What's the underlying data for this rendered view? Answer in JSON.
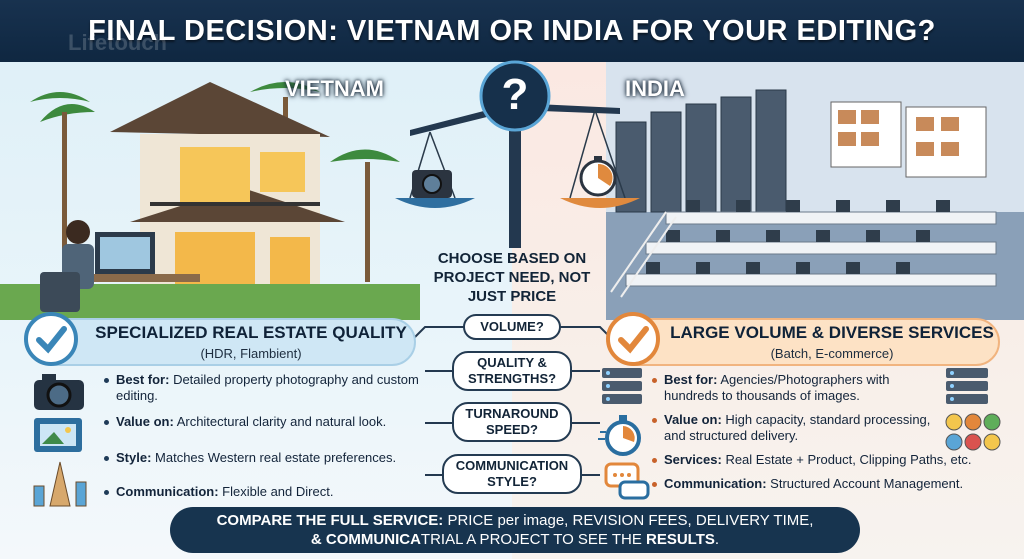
{
  "header": {
    "title": "FINAL DECISION: VIETNAM OR INDIA FOR YOUR EDITING?",
    "watermark": "Lifetouch"
  },
  "left": {
    "country": "VIETNAM",
    "banner_title": "SPECIALIZED REAL ESTATE QUALITY",
    "banner_sub": "(HDR, Flambient)",
    "bullets": [
      {
        "label": "Best for:",
        "text": " Detailed property photography and custom editing."
      },
      {
        "label": "Value on:",
        "text": " Architectural clarity and natural look."
      },
      {
        "label": "Style:",
        "text": " Matches Western real estate preferences."
      },
      {
        "label": "Communication:",
        "text": " Flexible and Direct."
      }
    ],
    "icons": [
      "camera-icon",
      "photo-edit-screen-icon",
      "vietnam-landmark-icon"
    ]
  },
  "right": {
    "country": "INDIA",
    "banner_title": "LARGE VOLUME & DIVERSE SERVICES",
    "banner_sub": "(Batch, E-commerce)",
    "bullets": [
      {
        "label": "Best for:",
        "text": " Agencies/Photographers with hundreds to thousands of images."
      },
      {
        "label": "Value on:",
        "text": " High capacity, standard processing, and structured delivery."
      },
      {
        "label": "Services:",
        "text": " Real Estate + Product, Clipping Paths, etc."
      },
      {
        "label": "Communication:",
        "text": " Structured Account Management."
      }
    ],
    "icons": [
      "server-rack-icon",
      "product-grid-icon"
    ]
  },
  "center": {
    "question_mark": "?",
    "choose_text": "CHOOSE BASED ON PROJECT NEED, NOT JUST PRICE",
    "pills": [
      "VOLUME?",
      "QUALITY & STRENGTHS?",
      "TURNAROUND SPEED?",
      "COMMUNICATION STYLE?"
    ]
  },
  "footer": {
    "part1": "COMPARE THE FULL SERVICE:",
    "part2": " PRICE per image, REVISION FEES, DELIVERY TIME,",
    "part3": "& COMMUNICA",
    "part4": "TRIAL A PROJECT TO SEE THE ",
    "part5": "RESULTS",
    "part6": "."
  },
  "colors": {
    "navy": "#17344f",
    "left_accent": "#3a86b8",
    "right_accent": "#e2873b"
  }
}
